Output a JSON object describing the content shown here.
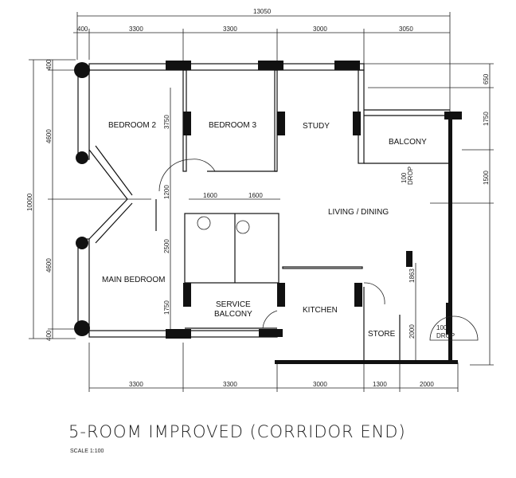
{
  "title": "5-ROOM IMPROVED (CORRIDOR END)",
  "scale": "SCALE  1:100",
  "rooms": {
    "bedroom2": "BEDROOM 2",
    "bedroom3": "BEDROOM 3",
    "study": "STUDY",
    "balcony": "BALCONY",
    "living": "LIVING / DINING",
    "main_bedroom": "MAIN BEDROOM",
    "service_balcony_1": "SERVICE",
    "service_balcony_2": "BALCONY",
    "kitchen": "KITCHEN",
    "store": "STORE"
  },
  "annotations": {
    "drop_1": "100",
    "drop_2": "DROP",
    "drop_3": "100",
    "drop_4": "DROP"
  },
  "dimensions": {
    "top_total": "13050",
    "top": [
      "400",
      "3300",
      "3300",
      "3000",
      "3050"
    ],
    "left_total": "10000",
    "left": [
      "400",
      "4600",
      "4600",
      "400"
    ],
    "right": [
      "650",
      "1750",
      "1500"
    ],
    "inner": [
      "3750",
      "1200",
      "2500",
      "1750",
      "1600",
      "1600",
      "1863",
      "2000"
    ],
    "bottom": [
      "3300",
      "3300",
      "3000",
      "1300",
      "2000"
    ]
  }
}
